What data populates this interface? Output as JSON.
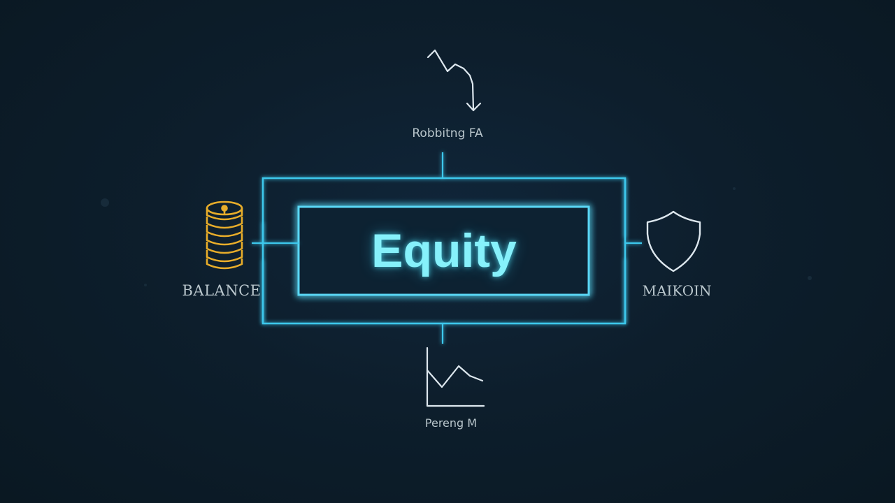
{
  "diagram": {
    "center": {
      "title": "Equity"
    },
    "nodes": {
      "top": {
        "label": "Robbitng FA",
        "icon": "declining-trend-arrow-icon"
      },
      "left": {
        "label": "BALANCE",
        "icon": "coin-stack-icon"
      },
      "right": {
        "label": "MAIKOIN",
        "icon": "shield-icon"
      },
      "bottom": {
        "label": "Pereng M",
        "icon": "line-chart-icon"
      }
    }
  },
  "colors": {
    "background": "#0c1c2a",
    "frame": "#3cc8ec",
    "title": "#86f1fb",
    "coins": "#e8ad2a",
    "icon_stroke": "#dde7ee",
    "label": "#b9c6cc"
  }
}
